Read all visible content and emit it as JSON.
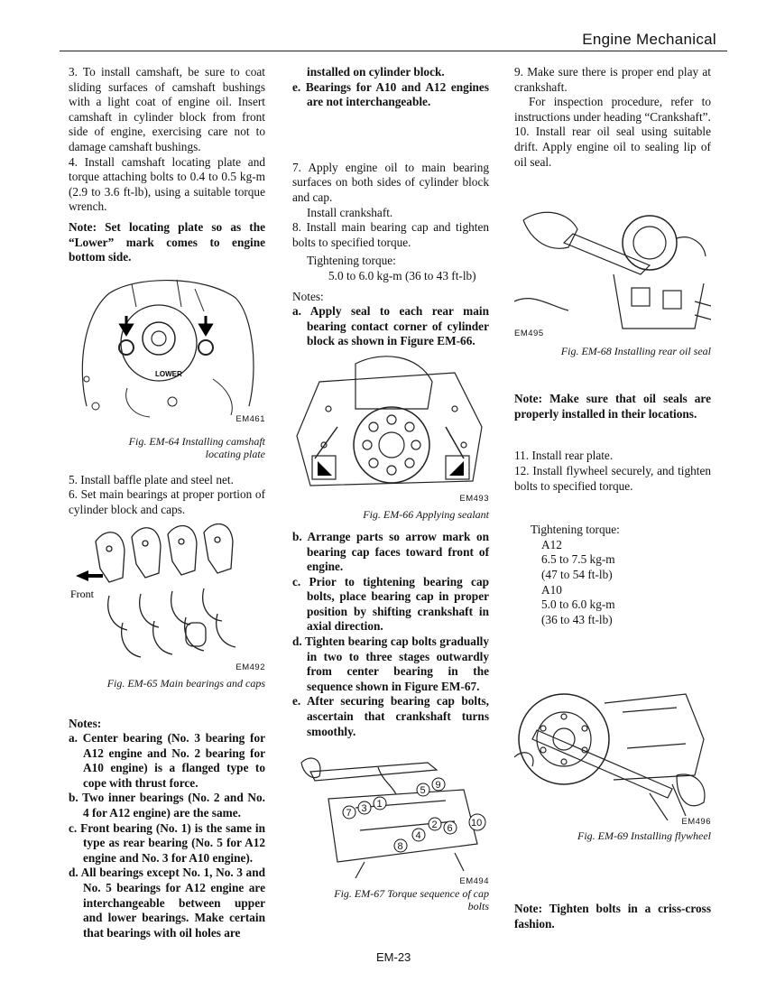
{
  "header": {
    "title": "Engine Mechanical"
  },
  "page_number": "EM-23",
  "col1": {
    "p3": "3.  To install camshaft, be sure to coat sliding surfaces of camshaft bushings with a light coat of engine oil. Insert camshaft in cylinder block from front side of engine, exercising care not to damage camshaft bushings.",
    "p4": "4.  Install camshaft locating plate and torque attaching bolts to 0.4 to 0.5 kg-m (2.9 to 3.6 ft-lb), using a suitable torque wrench.",
    "note": "Note: Set locating plate so as the “Lower” mark comes to engine bottom side.",
    "fig64": {
      "code": "EM461",
      "caption": "Fig. EM-64 Installing camshaft locating plate",
      "label": "LOWER"
    },
    "p5": "5.  Install baffle plate and steel net.",
    "p6": "6.  Set main bearings at proper portion of cylinder block and caps.",
    "fig65": {
      "code": "EM492",
      "caption": "Fig. EM-65 Main bearings and caps",
      "label": "Front"
    },
    "notes_title": "Notes:",
    "notes": [
      "a. Center bearing (No. 3 bearing for A12 engine and No. 2 bearing for A10 engine) is a flanged type to cope with thrust force.",
      "b. Two inner bearings (No. 2 and No. 4 for A12 engine) are the same.",
      "c. Front bearing (No. 1) is the same in type as rear bearing (No. 5 for A12 engine and No. 3 for A10 engine).",
      "d. All bearings except No. 1, No. 3 and No. 5 bearings for A12 engine are interchangeable between upper and lower bearings. Make certain that bearings with oil holes are"
    ]
  },
  "col2": {
    "cont1": "installed on cylinder block.",
    "note_e": "e. Bearings for A10 and A12 engines are not interchangeable.",
    "p7": "7.  Apply engine oil to main bearing surfaces on both sides of cylinder block and cap.",
    "p7b": "Install crankshaft.",
    "p8": "8.  Install main bearing cap and tighten bolts to specified torque.",
    "torque_label": "Tightening torque:",
    "torque_value": "5.0 to 6.0 kg-m (36 to 43 ft-lb)",
    "notes_title": "Notes:",
    "note_a": "a. Apply seal to each rear main bearing contact corner of cylinder block as shown in Figure EM-66.",
    "fig66": {
      "code": "EM493",
      "caption": "Fig. EM-66 Applying sealant"
    },
    "notes_bcde": [
      "b. Arrange parts so arrow mark on bearing cap faces toward front of engine.",
      "c. Prior to tightening bearing cap bolts, place bearing cap in proper position by shifting crankshaft in axial direction.",
      "d. Tighten bearing cap bolts gradually in two to three stages outwardly from center bearing in the sequence shown in Figure EM-67.",
      "e. After securing bearing cap bolts, ascertain that crankshaft turns smoothly."
    ],
    "fig67": {
      "code": "EM494",
      "caption": "Fig. EM-67 Torque sequence of cap bolts",
      "seq": [
        "1",
        "2",
        "3",
        "4",
        "5",
        "6",
        "7",
        "8",
        "9",
        "10"
      ]
    }
  },
  "col3": {
    "p9": "9.  Make sure there is proper end play at crankshaft.",
    "p9b": "For inspection procedure, refer to instructions under heading “Crankshaft”.",
    "p10": "10.  Install rear oil seal using suitable drift. Apply engine oil to sealing lip of oil seal.",
    "fig68": {
      "code": "EM495",
      "caption": "Fig. EM-68 Installing rear oil seal"
    },
    "note1": "Note: Make sure that oil seals are properly installed in their locations.",
    "p11": "11.  Install rear plate.",
    "p12": "12.  Install flywheel securely, and tighten bolts to specified torque.",
    "torque": {
      "label": "Tightening torque:",
      "a12": "A12",
      "a12_kgm": "6.5 to 7.5 kg-m",
      "a12_ftlb": "(47 to 54 ft-lb)",
      "a10": "A10",
      "a10_kgm": "5.0 to 6.0 kg-m",
      "a10_ftlb": "(36 to 43 ft-lb)"
    },
    "fig69": {
      "code": "EM496",
      "caption": "Fig. EM-69 Installing flywheel"
    },
    "note2": "Note: Tighten bolts in a criss-cross fashion."
  }
}
